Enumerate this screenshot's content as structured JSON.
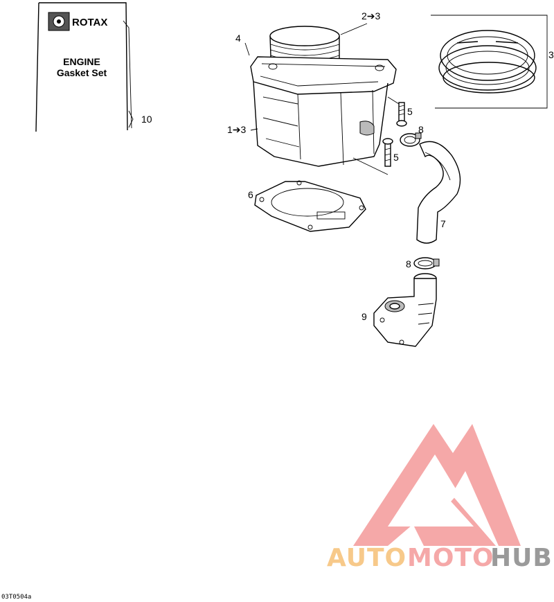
{
  "package": {
    "brand": "ROTAX",
    "title_line1": "ENGINE",
    "title_line2": "Gasket Set"
  },
  "callouts": {
    "c1": "1➔3",
    "c2": "2➔3",
    "c3": "3",
    "c4": "4",
    "c5a": "5",
    "c5b": "5",
    "c6": "6",
    "c7": "7",
    "c8a": "8",
    "c8b": "8",
    "c9": "9",
    "c10": "10"
  },
  "reference_code": "03T0504a",
  "watermark": {
    "part1": "AUTO",
    "part2": "MOTO",
    "part3": "HUB",
    "color_primary": "#f5a8a8",
    "color_accent": "#f7c98a",
    "color_hub": "#9a9a9a"
  }
}
